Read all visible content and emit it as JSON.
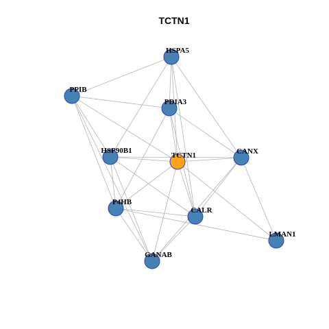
{
  "title": "TCTN1",
  "colors": {
    "hub_fill": "#ffa31a",
    "node_fill": "#4682b4",
    "node_stroke": "#2a3fbf",
    "edge": "#b3b3b3"
  },
  "nodes": [
    {
      "id": "HSPA5",
      "label": "HSPA5",
      "hub": false
    },
    {
      "id": "PPIB",
      "label": "PPIB",
      "hub": false
    },
    {
      "id": "PDIA3",
      "label": "PDIA3",
      "hub": false
    },
    {
      "id": "HSP90B1",
      "label": "HSP90B1",
      "hub": false
    },
    {
      "id": "TCTN1",
      "label": "TCTN1",
      "hub": true
    },
    {
      "id": "CANX",
      "label": "CANX",
      "hub": false
    },
    {
      "id": "P4HB",
      "label": "P4HB",
      "hub": false
    },
    {
      "id": "CALR",
      "label": "CALR",
      "hub": false
    },
    {
      "id": "LMAN1",
      "label": "LMAN1",
      "hub": false
    },
    {
      "id": "GANAB",
      "label": "GANAB",
      "hub": false
    }
  ],
  "edges": [
    [
      "HSPA5",
      "PPIB"
    ],
    [
      "HSPA5",
      "PDIA3"
    ],
    [
      "HSPA5",
      "HSP90B1"
    ],
    [
      "HSPA5",
      "TCTN1"
    ],
    [
      "HSPA5",
      "CANX"
    ],
    [
      "HSPA5",
      "CALR"
    ],
    [
      "PPIB",
      "PDIA3"
    ],
    [
      "PPIB",
      "HSP90B1"
    ],
    [
      "PPIB",
      "TCTN1"
    ],
    [
      "PPIB",
      "P4HB"
    ],
    [
      "PPIB",
      "GANAB"
    ],
    [
      "PDIA3",
      "TCTN1"
    ],
    [
      "PDIA3",
      "CANX"
    ],
    [
      "PDIA3",
      "P4HB"
    ],
    [
      "PDIA3",
      "CALR"
    ],
    [
      "HSP90B1",
      "TCTN1"
    ],
    [
      "HSP90B1",
      "CANX"
    ],
    [
      "HSP90B1",
      "P4HB"
    ],
    [
      "HSP90B1",
      "CALR"
    ],
    [
      "HSP90B1",
      "GANAB"
    ],
    [
      "TCTN1",
      "CANX"
    ],
    [
      "TCTN1",
      "P4HB"
    ],
    [
      "TCTN1",
      "CALR"
    ],
    [
      "TCTN1",
      "LMAN1"
    ],
    [
      "TCTN1",
      "GANAB"
    ],
    [
      "CANX",
      "CALR"
    ],
    [
      "CANX",
      "LMAN1"
    ],
    [
      "CANX",
      "GANAB"
    ],
    [
      "P4HB",
      "CALR"
    ],
    [
      "P4HB",
      "LMAN1"
    ],
    [
      "P4HB",
      "GANAB"
    ],
    [
      "CALR",
      "GANAB"
    ]
  ]
}
